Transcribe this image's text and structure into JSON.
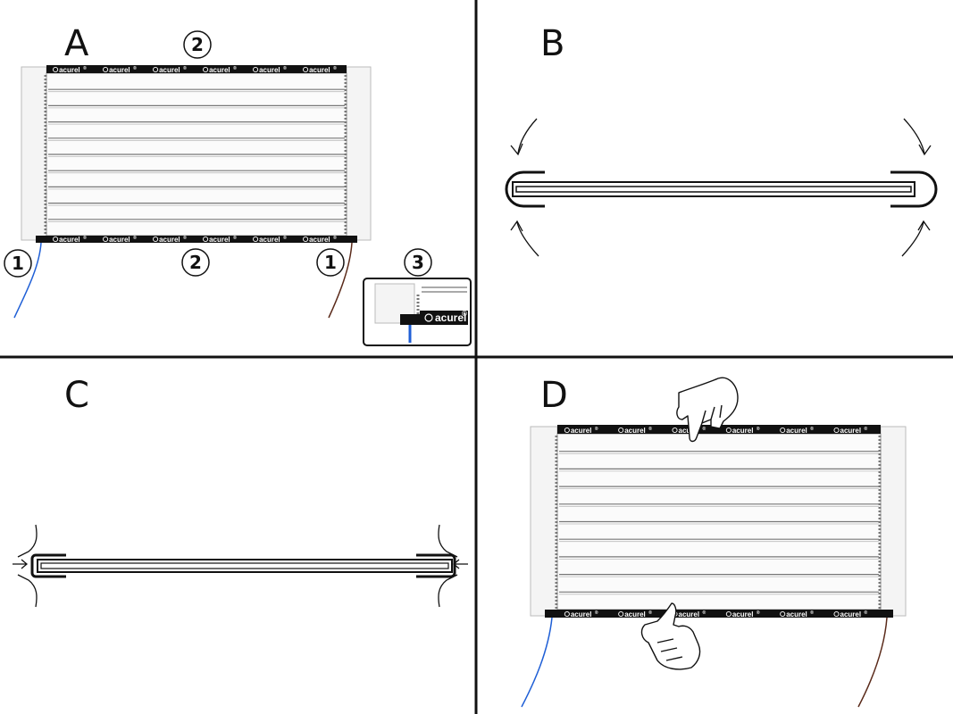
{
  "panels": {
    "a": {
      "letter": "A"
    },
    "b": {
      "letter": "B"
    },
    "c": {
      "letter": "C"
    },
    "d": {
      "letter": "D"
    }
  },
  "callouts": {
    "top_two": "2",
    "bottom_two": "2",
    "left_one": "1",
    "right_one": "1",
    "detail_three": "3"
  },
  "brand": {
    "mark": "acurel",
    "trademark": "®"
  },
  "colors": {
    "line": "#111111",
    "wire_blue": "#1f5fd6",
    "wire_brown": "#5a2a1a",
    "strip": "#111111",
    "film": "#f6f6f6"
  }
}
